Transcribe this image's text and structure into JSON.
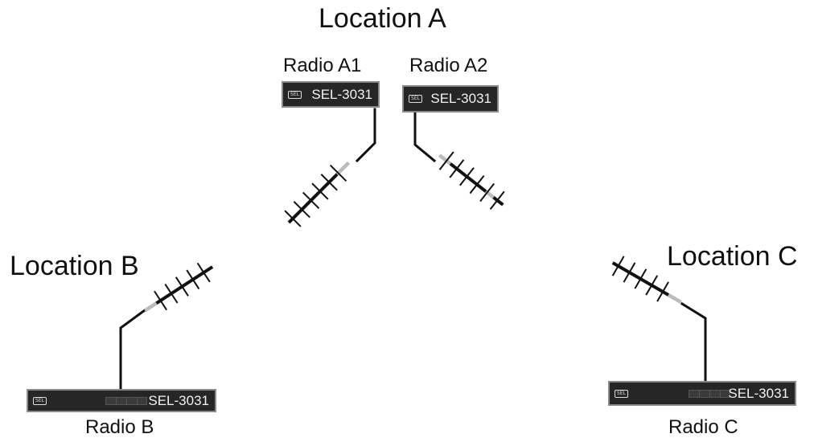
{
  "locations": {
    "a": "Location A",
    "b": "Location B",
    "c": "Location C"
  },
  "radios": {
    "a1": {
      "label": "Radio A1",
      "model": "SEL-3031",
      "logo": "SEL"
    },
    "a2": {
      "label": "Radio A2",
      "model": "SEL-3031",
      "logo": "SEL"
    },
    "b": {
      "label": "Radio B",
      "model": "SEL-3031",
      "logo": "SEL"
    },
    "c": {
      "label": "Radio C",
      "model": "SEL-3031",
      "logo": "SEL"
    }
  },
  "icons": [
    "yagi-antenna-icon",
    "radio-device-icon"
  ],
  "colors": {
    "device_body": "#262626",
    "device_border": "#8a8a8a",
    "cable": "#111111",
    "antenna_highlight": "#bdbdbd"
  }
}
